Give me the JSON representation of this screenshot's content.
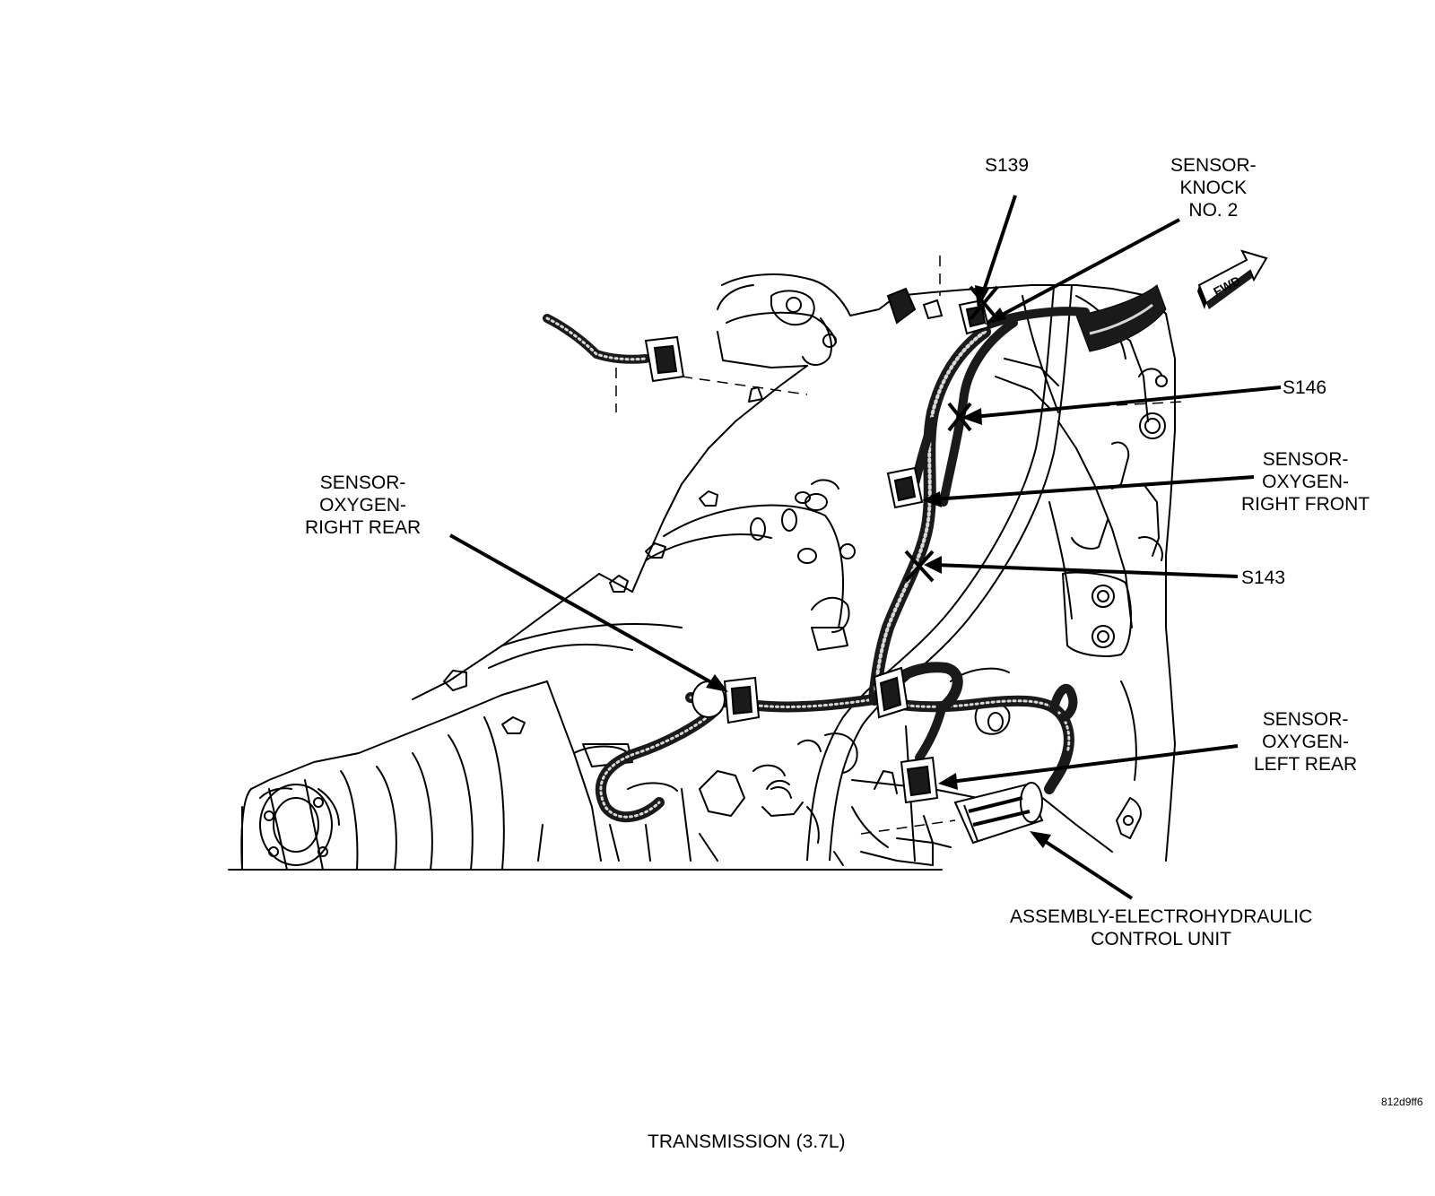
{
  "labels": {
    "s139": "S139",
    "knock": [
      "SENSOR-",
      "KNOCK",
      "NO. 2"
    ],
    "s146": "S146",
    "o2_right_front": [
      "SENSOR-",
      "OXYGEN-",
      "RIGHT FRONT"
    ],
    "s143": "S143",
    "o2_right_rear": [
      "SENSOR-",
      "OXYGEN-",
      "RIGHT REAR"
    ],
    "o2_left_rear": [
      "SENSOR-",
      "OXYGEN-",
      "LEFT REAR"
    ],
    "ehcu": [
      "ASSEMBLY-ELECTROHYDRAULIC",
      "CONTROL UNIT"
    ]
  },
  "fwd": "FWD",
  "image_code": "812d9ff6",
  "caption": "TRANSMISSION (3.7L)",
  "colors": {
    "ink": "#000000",
    "paper": "#ffffff",
    "harness": "#1a1a1a",
    "shade": "#d8d8d8"
  }
}
